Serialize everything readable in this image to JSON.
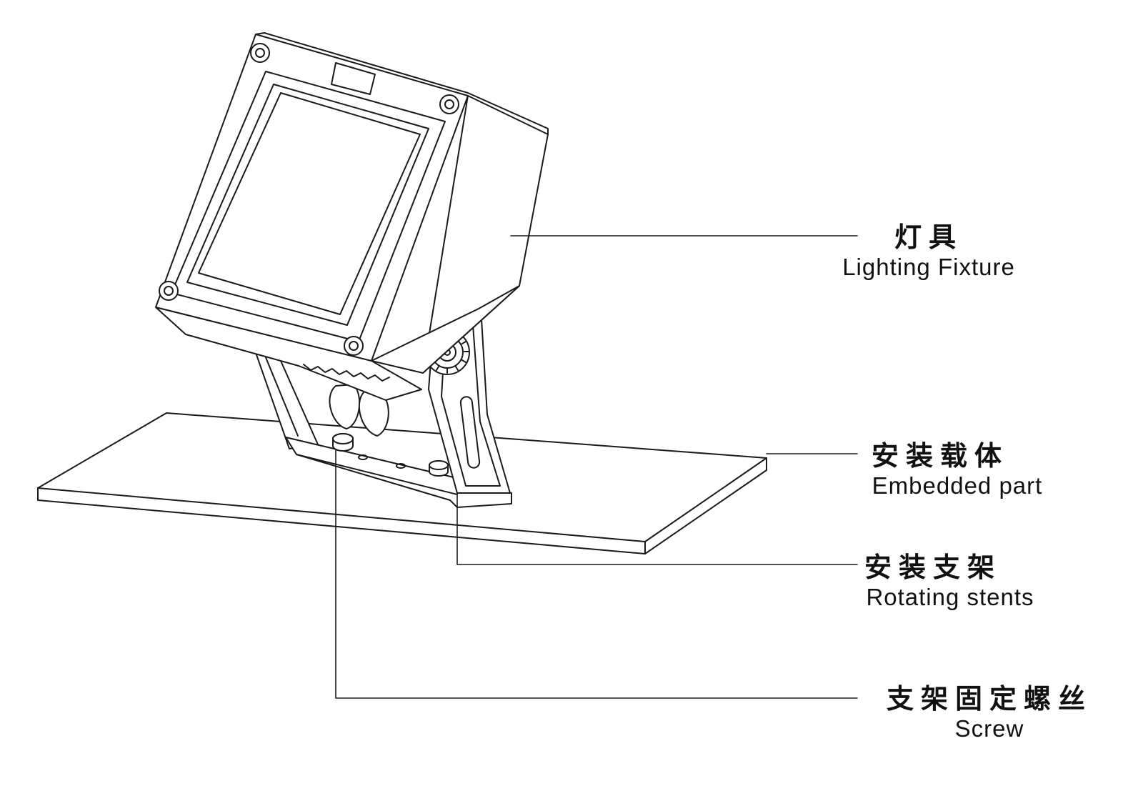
{
  "callouts": [
    {
      "zh": "灯具",
      "en": "Lighting Fixture"
    },
    {
      "zh": "安装载体",
      "en": "Embedded part"
    },
    {
      "zh": "安装支架",
      "en": "Rotating stents"
    },
    {
      "zh": "支架固定螺丝",
      "en": "Screw"
    }
  ]
}
